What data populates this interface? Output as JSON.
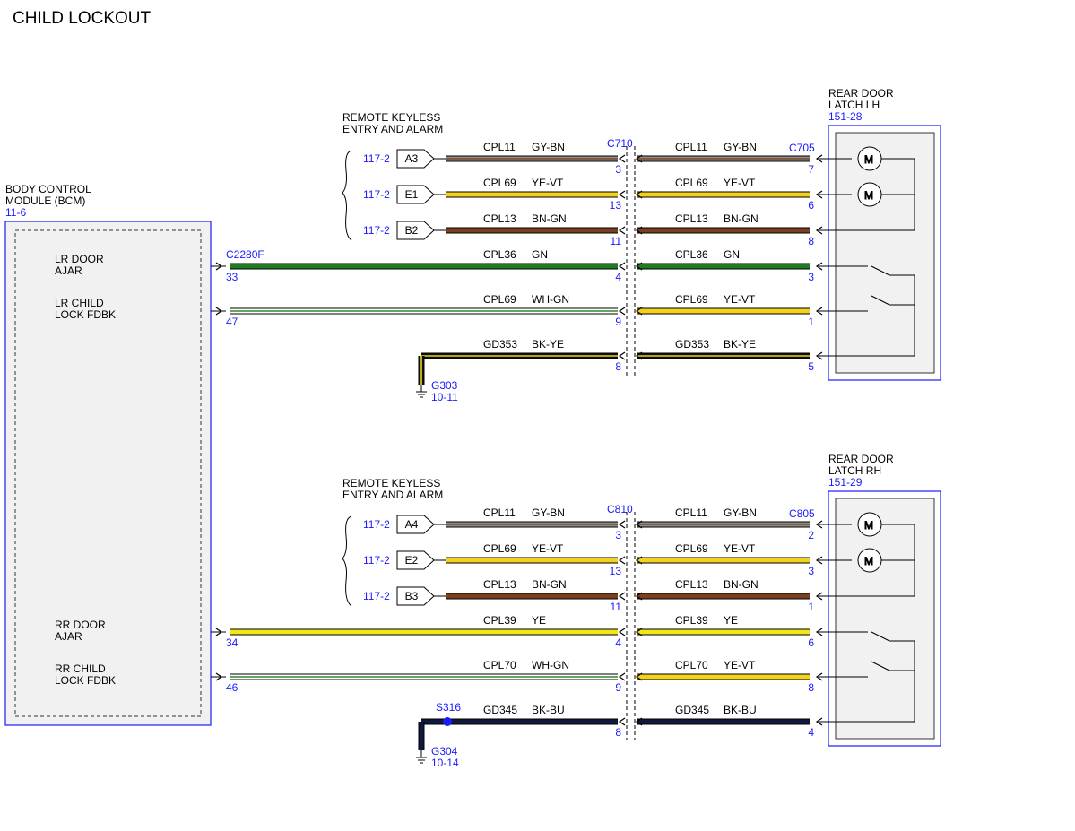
{
  "title": "CHILD LOCKOUT",
  "bcm": {
    "line1": "BODY CONTROL",
    "line2": "MODULE (BCM)",
    "ref": "11-6"
  },
  "connector_bcm": "C2280F",
  "bcm_pins": [
    {
      "line1": "LR DOOR",
      "line2": "AJAR"
    },
    {
      "line1": "LR CHILD",
      "line2": "LOCK FDBK"
    },
    {
      "line1": "RR DOOR",
      "line2": "AJAR"
    },
    {
      "line1": "RR CHILD",
      "line2": "LOCK FDBK"
    }
  ],
  "rke_lh": {
    "line1": "REMOTE KEYLESS",
    "line2": "ENTRY AND ALARM"
  },
  "rke_rh": {
    "line1": "REMOTE KEYLESS",
    "line2": "ENTRY AND ALARM"
  },
  "latch_lh": {
    "line1": "REAR DOOR",
    "line2": "LATCH LH",
    "ref": "151-28"
  },
  "latch_rh": {
    "line1": "REAR DOOR",
    "line2": "LATCH RH",
    "ref": "151-29"
  },
  "inline_lh": "C710",
  "inline_rh": "C810",
  "latch_conn_lh": "C705",
  "latch_conn_rh": "C805",
  "colors": {
    "GY-BN": [
      "#8e8e8e",
      "#7a4a2a"
    ],
    "YE-VT": [
      "#f2d21e",
      "#f2d21e"
    ],
    "BN-GN": [
      "#7a3f1e",
      "#7a3f1e"
    ],
    "GN": [
      "#1f7d1f",
      "#1f7d1f"
    ],
    "WH-GN": [
      "#ffffff",
      "#2a8a2a"
    ],
    "BK-YE": [
      "#111111",
      "#e8d31a"
    ],
    "YE": [
      "#f2e61a",
      "#f2e61a"
    ],
    "BK-BU": [
      "#101840",
      "#101840"
    ],
    "accent": "#1a1aff"
  },
  "wires": [
    {
      "left": {
        "circuit": "CPL11",
        "color": "GY-BN",
        "pin": "3"
      },
      "right": {
        "circuit": "CPL11",
        "color": "GY-BN",
        "pin": "7"
      },
      "src_pin": "A3",
      "src_ref": "117-2"
    },
    {
      "left": {
        "circuit": "CPL69",
        "color": "YE-VT",
        "pin": "13"
      },
      "right": {
        "circuit": "CPL69",
        "color": "YE-VT",
        "pin": "6"
      },
      "src_pin": "E1",
      "src_ref": "117-2"
    },
    {
      "left": {
        "circuit": "CPL13",
        "color": "BN-GN",
        "pin": "11"
      },
      "right": {
        "circuit": "CPL13",
        "color": "BN-GN",
        "pin": "8"
      },
      "src_pin": "B2",
      "src_ref": "117-2"
    },
    {
      "left": {
        "circuit": "CPL36",
        "color": "GN",
        "pin": "4"
      },
      "right": {
        "circuit": "CPL36",
        "color": "GN",
        "pin": "3"
      },
      "bcm_pin": "33"
    },
    {
      "left": {
        "circuit": "CPL69",
        "color": "WH-GN",
        "pin": "9"
      },
      "right": {
        "circuit": "CPL69",
        "color": "YE-VT",
        "pin": "1"
      },
      "bcm_pin": "47"
    },
    {
      "left": {
        "circuit": "GD353",
        "color": "BK-YE",
        "pin": "8"
      },
      "right": {
        "circuit": "GD353",
        "color": "BK-YE",
        "pin": "5"
      },
      "ground": "G303",
      "ground_ref": "10-11"
    },
    {
      "left": {
        "circuit": "CPL11",
        "color": "GY-BN",
        "pin": "3"
      },
      "right": {
        "circuit": "CPL11",
        "color": "GY-BN",
        "pin": "2"
      },
      "src_pin": "A4",
      "src_ref": "117-2"
    },
    {
      "left": {
        "circuit": "CPL69",
        "color": "YE-VT",
        "pin": "13"
      },
      "right": {
        "circuit": "CPL69",
        "color": "YE-VT",
        "pin": "3"
      },
      "src_pin": "E2",
      "src_ref": "117-2"
    },
    {
      "left": {
        "circuit": "CPL13",
        "color": "BN-GN",
        "pin": "11"
      },
      "right": {
        "circuit": "CPL13",
        "color": "BN-GN",
        "pin": "1"
      },
      "src_pin": "B3",
      "src_ref": "117-2"
    },
    {
      "left": {
        "circuit": "CPL39",
        "color": "YE",
        "pin": "4"
      },
      "right": {
        "circuit": "CPL39",
        "color": "YE",
        "pin": "6"
      },
      "bcm_pin": "34"
    },
    {
      "left": {
        "circuit": "CPL70",
        "color": "WH-GN",
        "pin": "9"
      },
      "right": {
        "circuit": "CPL70",
        "color": "YE-VT",
        "pin": "8"
      },
      "bcm_pin": "46"
    },
    {
      "left": {
        "circuit": "GD345",
        "color": "BK-BU",
        "pin": "8"
      },
      "right": {
        "circuit": "GD345",
        "color": "BK-BU",
        "pin": "4"
      },
      "ground": "G304",
      "ground_ref": "10-14",
      "splice": "S316"
    }
  ],
  "motor_label": "M"
}
